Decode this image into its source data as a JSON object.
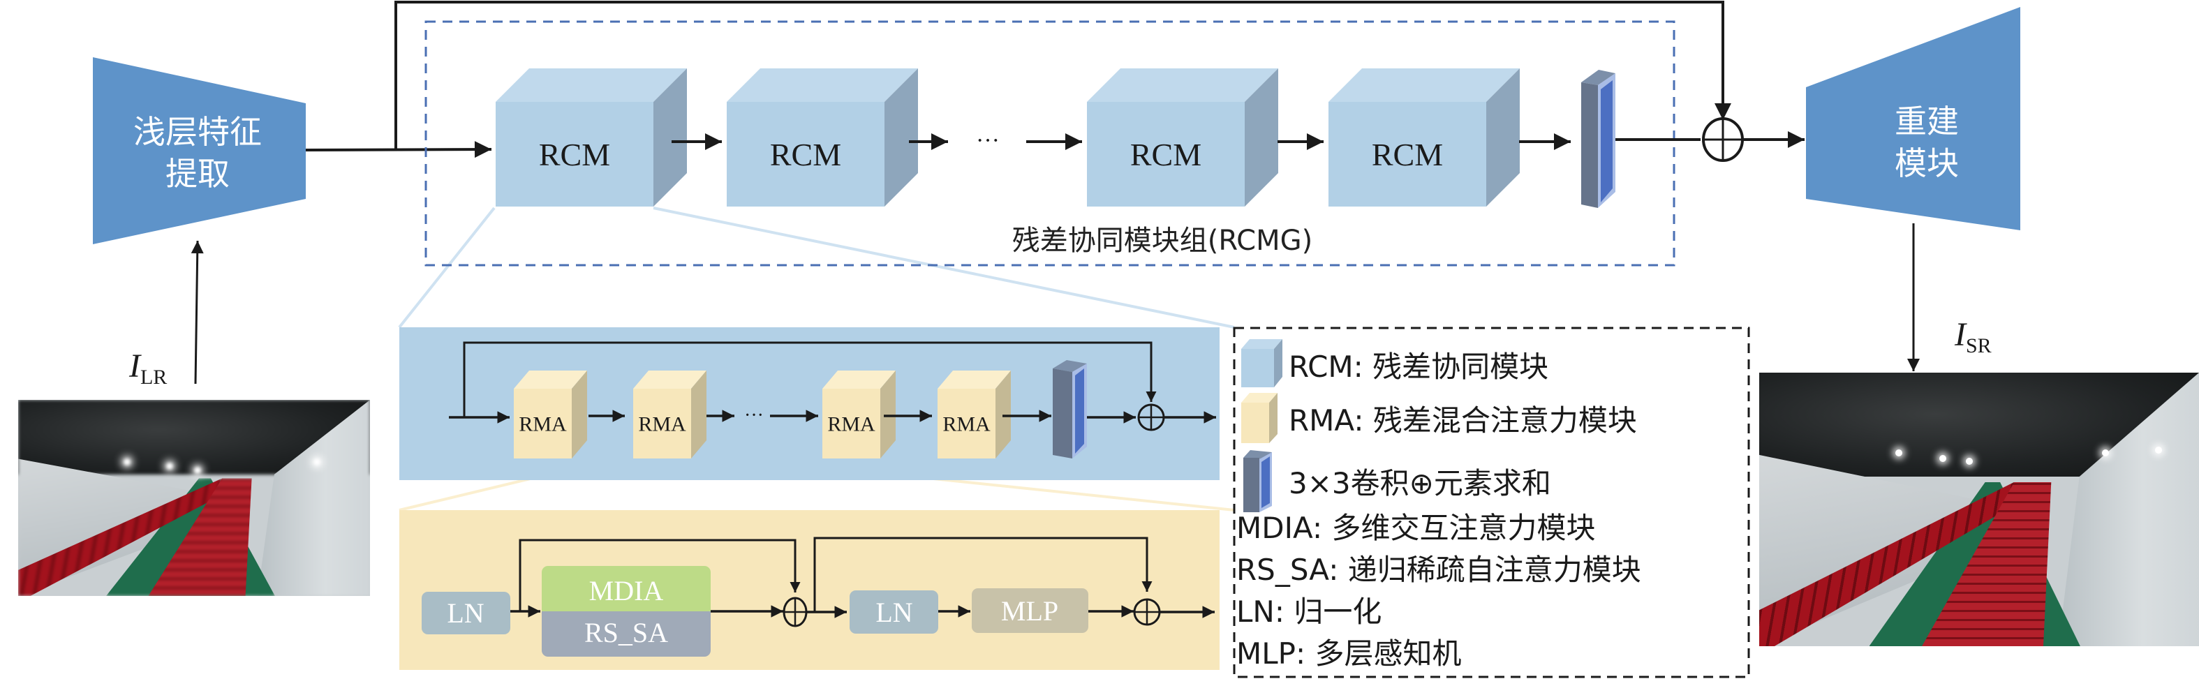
{
  "figure": {
    "shallow_feature_block": {
      "line1": "浅层特征",
      "line2": "提取",
      "color": "#5e93c9"
    },
    "reconstruction_block": {
      "line1": "重建",
      "line2": "模块",
      "color": "#5e93c9"
    },
    "input_label": {
      "main": "I",
      "sub": "LR"
    },
    "output_label": {
      "main": "I",
      "sub": "SR"
    },
    "rcmg": {
      "caption": "残差协同模块组(RCMG)",
      "modules": [
        "RCM",
        "RCM",
        "RCM",
        "RCM"
      ],
      "ellipsis": "···",
      "border_color": "#4a6fb3"
    },
    "rcm_detail": {
      "background": "#b2d0e6",
      "modules": [
        "RMA",
        "RMA",
        "RMA",
        "RMA"
      ],
      "ellipsis": "···"
    },
    "rma_detail": {
      "background": "#f7e7bb",
      "ln1": "LN",
      "attention_top": "MDIA",
      "attention_bottom": "RS_SA",
      "ln2": "LN",
      "mlp": "MLP"
    },
    "legend": {
      "items": [
        {
          "key": "RCM",
          "text": "RCM: 残差协同模块",
          "swatch": "rcm-cube"
        },
        {
          "key": "RMA",
          "text": "RMA: 残差混合注意力模块",
          "swatch": "rma-cube"
        },
        {
          "key": "conv",
          "text": "3×3卷积⊕元素求和",
          "swatch": "conv-slab"
        },
        {
          "key": "MDIA",
          "text": "MDIA: 多维交互注意力模块"
        },
        {
          "key": "RS_SA",
          "text": "RS_SA: 递归稀疏自注意力模块"
        },
        {
          "key": "LN",
          "text": "LN: 归一化"
        },
        {
          "key": "MLP",
          "text": "MLP: 多层感知机"
        }
      ]
    },
    "images": {
      "low_res": "low-resolution tunnel photo",
      "super_res": "super-resolved tunnel photo"
    }
  }
}
